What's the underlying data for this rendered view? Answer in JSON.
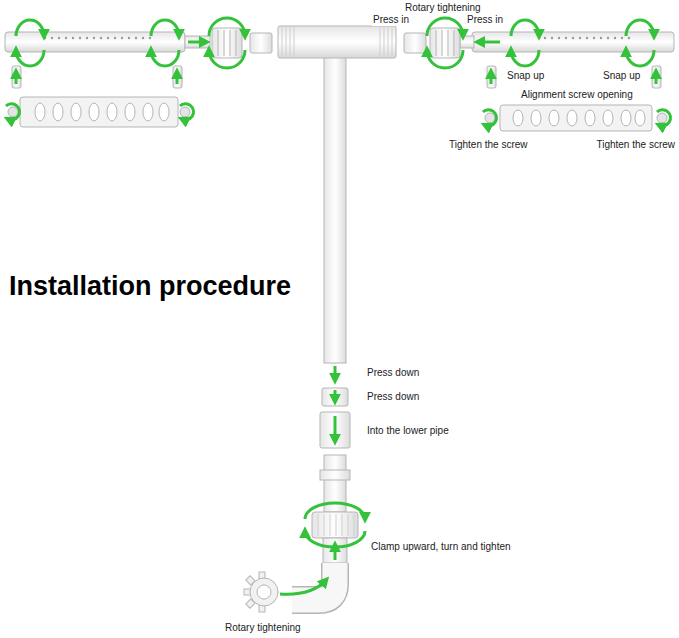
{
  "diagram": {
    "title": "Installation procedure",
    "labels": [
      "Rotary tightening",
      "Press in",
      "Press in",
      "Snap up",
      "Snap up",
      "Alignment screw opening",
      "Tighten the screw",
      "Tighten the screw",
      "Press down",
      "Press down",
      "Into the lower pipe",
      "Clamp upward, turn and tighten",
      "Rotary tightening"
    ]
  }
}
